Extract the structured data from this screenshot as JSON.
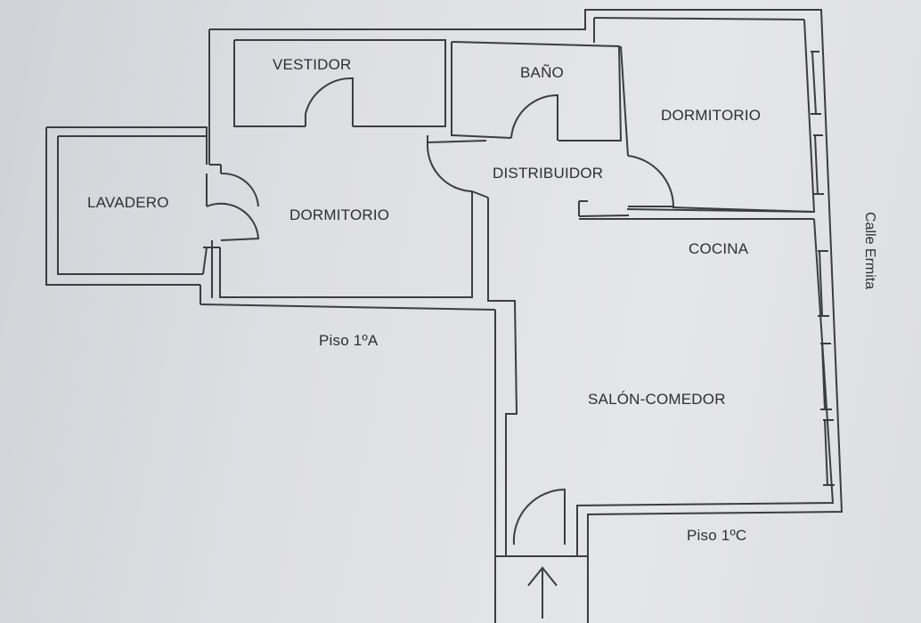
{
  "rooms": {
    "vestidor": "VESTIDOR",
    "bano": "BAÑO",
    "dormitorio_right": "DORMITORIO",
    "lavadero": "LAVADERO",
    "dormitorio_left": "DORMITORIO",
    "distribuidor": "DISTRIBUIDOR",
    "cocina": "COCINA",
    "salon_comedor": "SALÓN-COMEDOR"
  },
  "neighbors": {
    "piso_1a": "Piso 1ºA",
    "piso_1c": "Piso 1ºC"
  },
  "street": "Calle Ermita",
  "colors": {
    "wall": "#3a3d41",
    "background": "#dde0e3"
  }
}
